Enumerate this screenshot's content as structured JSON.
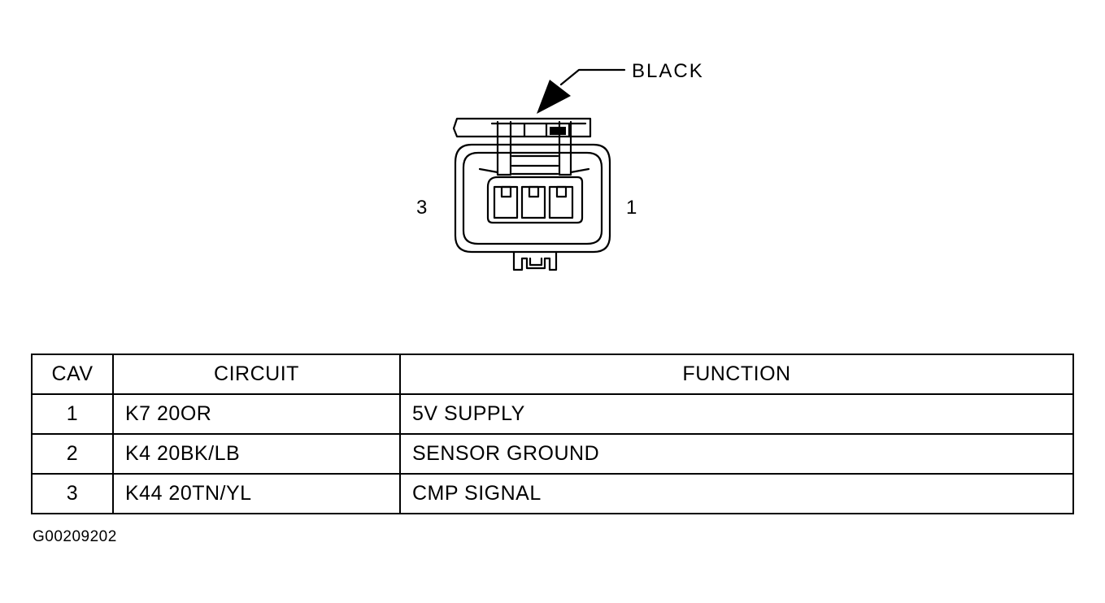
{
  "connector": {
    "color_label": "BLACK",
    "cavity_left_label": "3",
    "cavity_right_label": "1"
  },
  "table": {
    "headers": [
      "CAV",
      "CIRCUIT",
      "FUNCTION"
    ],
    "rows": [
      {
        "cav": "1",
        "circuit": "K7 20OR",
        "function": "5V SUPPLY"
      },
      {
        "cav": "2",
        "circuit": "K4 20BK/LB",
        "function": "SENSOR GROUND"
      },
      {
        "cav": "3",
        "circuit": "K44 20TN/YL",
        "function": "CMP SIGNAL"
      }
    ]
  },
  "figure_id": "G00209202"
}
